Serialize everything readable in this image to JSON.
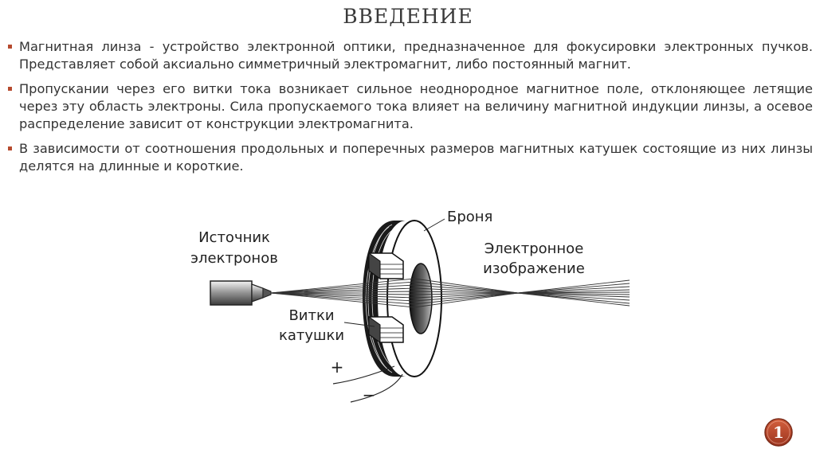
{
  "slide": {
    "title": "ВВЕДЕНИЕ",
    "bullets": [
      "Магнитная линза - устройство электронной оптики, предназначенное для фокусировки электронных пучков. Представляет собой аксиально симметричный электромагнит, либо постоянный магнит.",
      "Пропускании через его витки тока возникает сильное неоднородное магнитное поле, отклоняющее летящие через эту область электроны. Сила пропускаемого тока влияет на величину магнитной индукции линзы, а осевое распределение зависит от конструкции электромагнита.",
      "В зависимости от соотношения продольных и поперечных размеров магнитных катушек состоящие из них линзы делятся на длинные и короткие."
    ],
    "page_number": "1"
  },
  "diagram": {
    "labels": {
      "source_line1": "Источник",
      "source_line2": "электронов",
      "armor": "Броня",
      "image_line1": "Электронное",
      "image_line2": "изображение",
      "coils_line1": "Витки",
      "coils_line2": "катушки",
      "plus": "+",
      "minus": "−"
    }
  },
  "colors": {
    "accent": "#b64a2e",
    "badge_fill": "#b5432a",
    "text": "#333333"
  }
}
